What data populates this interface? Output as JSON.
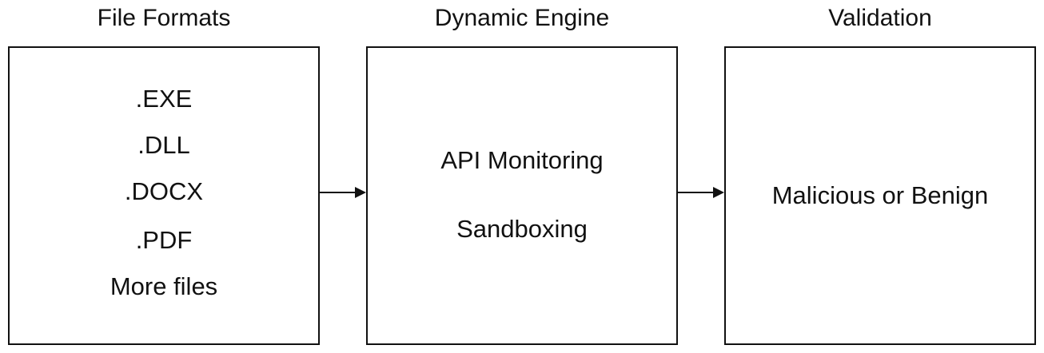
{
  "columns": [
    {
      "heading": "File Formats",
      "items": [
        ".EXE",
        ".DLL",
        ".DOCX",
        ".PDF",
        "More files"
      ]
    },
    {
      "heading": "Dynamic Engine",
      "items": [
        "API Monitoring",
        "Sandboxing"
      ]
    },
    {
      "heading": "Validation",
      "items": [
        "Malicious or Benign"
      ]
    }
  ],
  "colors": {
    "line": "#111111",
    "background": "#ffffff"
  }
}
